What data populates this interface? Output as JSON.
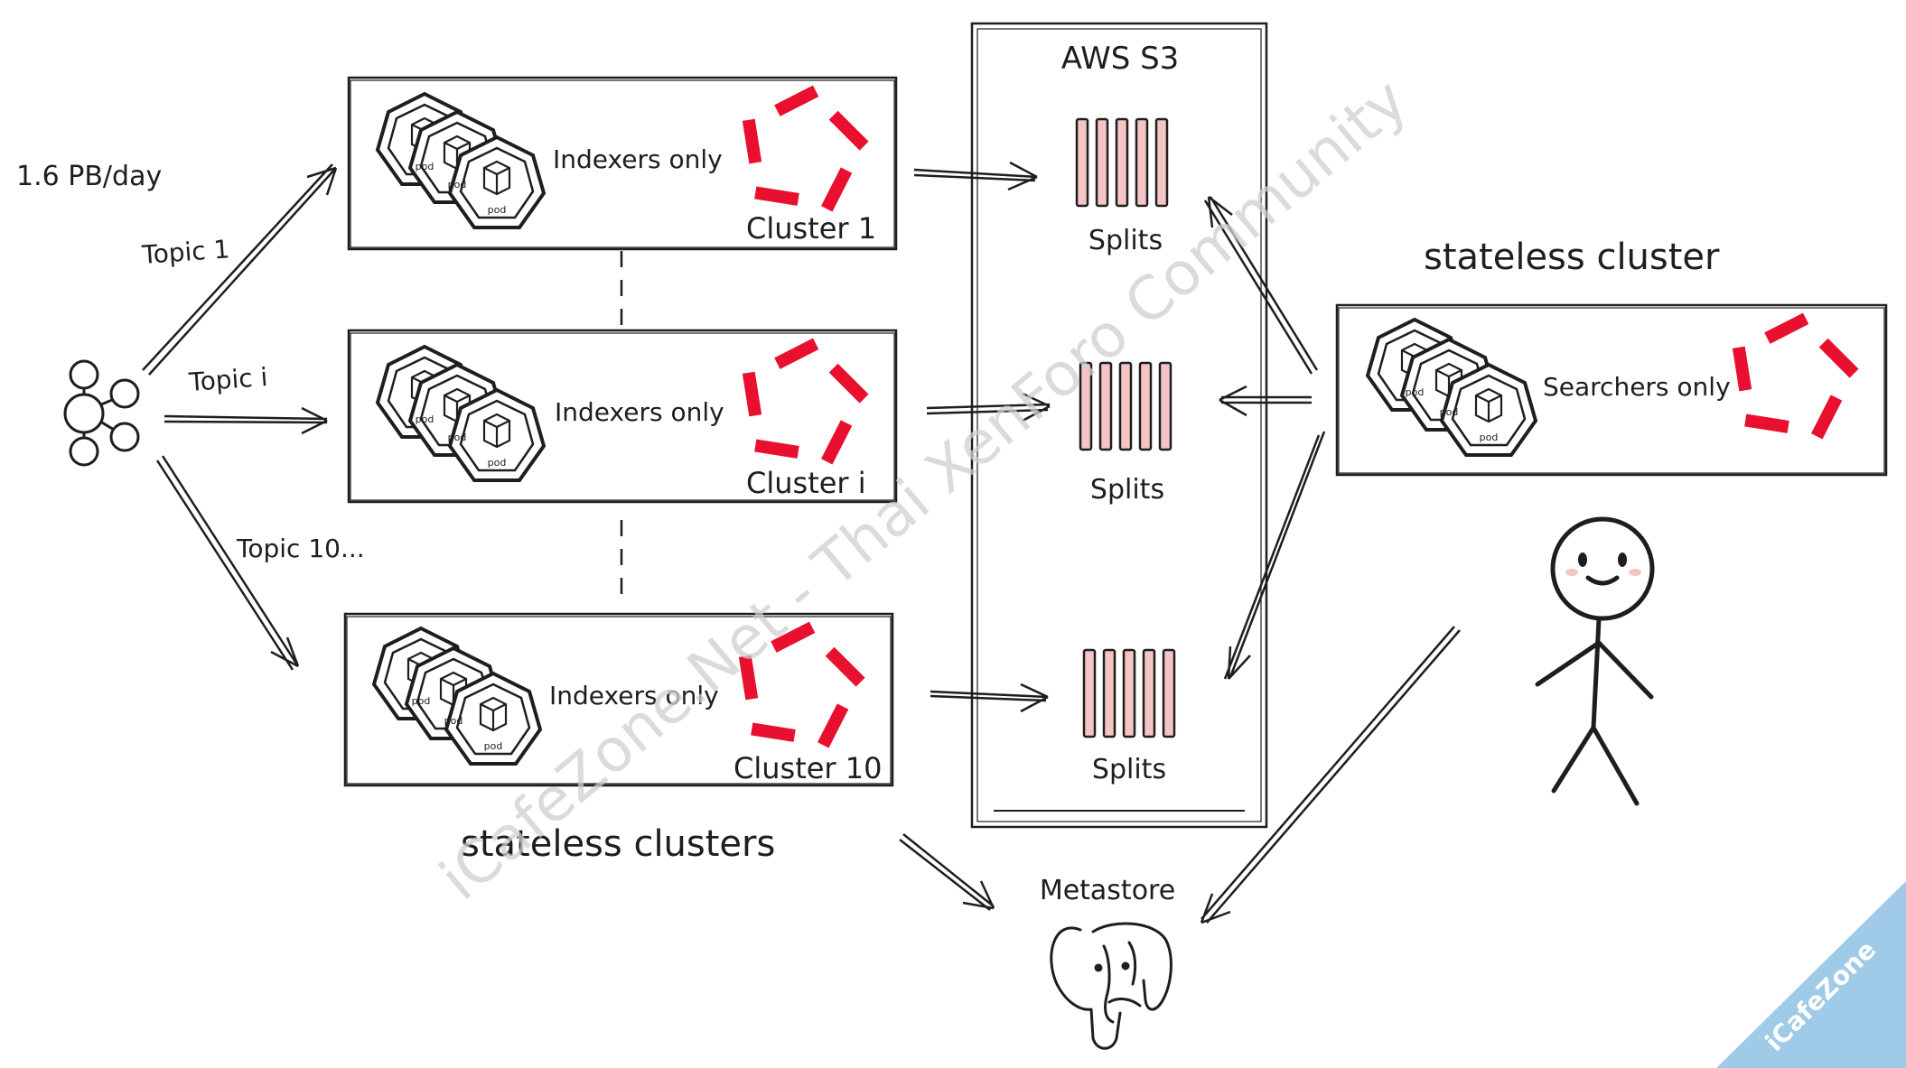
{
  "source": {
    "rate_label": "1.6 PB/day",
    "topics": [
      "Topic 1",
      "Topic i",
      "Topic 10..."
    ]
  },
  "indexer_clusters": [
    {
      "role_label": "Indexers only",
      "cluster_label": "Cluster 1"
    },
    {
      "role_label": "Indexers only",
      "cluster_label": "Cluster i"
    },
    {
      "role_label": "Indexers only",
      "cluster_label": "Cluster 10"
    }
  ],
  "indexer_group_label": "stateless clusters",
  "storage": {
    "title": "AWS S3",
    "splits_labels": [
      "Splits",
      "Splits",
      "Splits"
    ]
  },
  "searcher": {
    "group_label": "stateless cluster",
    "role_label": "Searchers only"
  },
  "metastore_label": "Metastore",
  "pod_label": "pod",
  "watermark": {
    "diagonal_text": "iCafeZone.Net - Thai XenForo Community",
    "corner_badge": "iCafeZone"
  },
  "colors": {
    "ink": "#1e1e1e",
    "brand_red": "#e8102e",
    "split_fill": "#f5c4c4",
    "badge_blue": "#9fcbe8"
  }
}
